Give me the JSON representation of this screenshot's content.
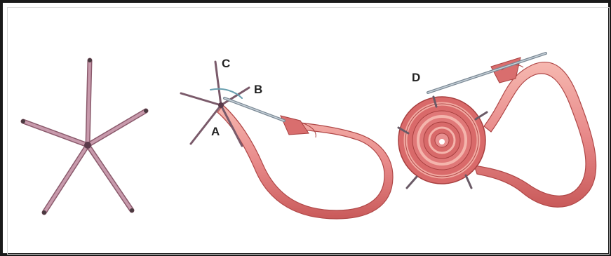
{
  "labels": {
    "a": "A",
    "b": "B",
    "c": "C",
    "d": "D"
  },
  "colors": {
    "spoke": "#b98a9c",
    "spoke_dark": "#8a5a6c",
    "ribbon": "#e88a8a",
    "ribbon_dark": "#c95a5a",
    "ribbon_light": "#f6b8b0",
    "needle": "#9aa8b4",
    "border": "#1a1a1a"
  },
  "icons": {
    "spokes": "five-spoke-star-icon",
    "needle": "needle-icon",
    "rosette": "woven-ribbon-rose-icon"
  }
}
